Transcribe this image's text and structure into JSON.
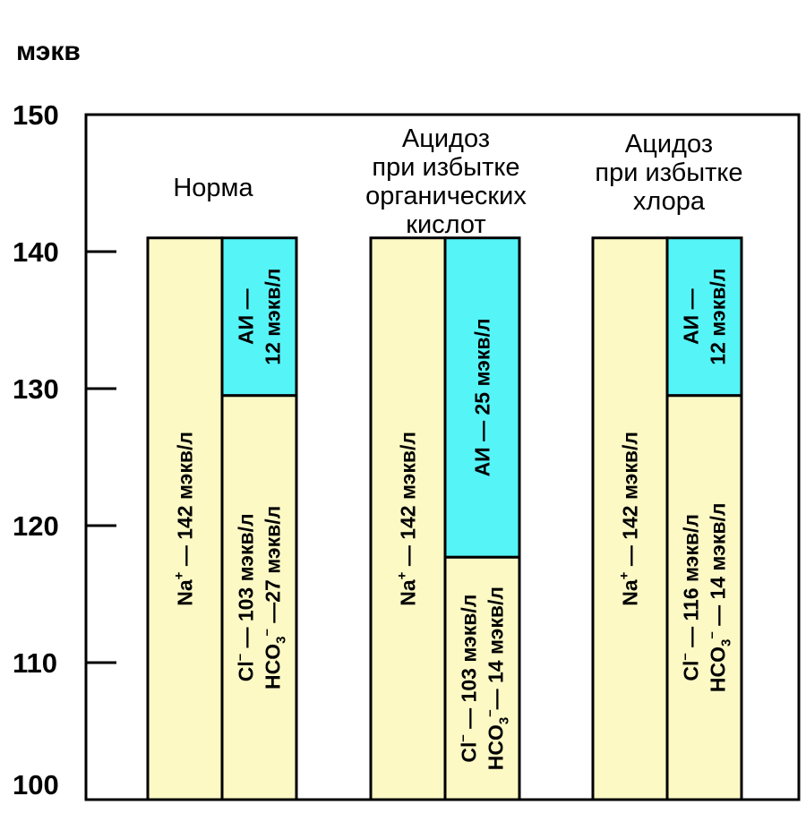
{
  "chart_data": {
    "type": "bar",
    "ylabel": "мэкв",
    "ylim": [
      100,
      150
    ],
    "yticks": [
      100,
      110,
      120,
      130,
      140,
      150
    ],
    "colors": {
      "sodium": "#FCF9C5",
      "anion_gap": "#55F4F7",
      "outline": "#000000"
    },
    "groups": [
      {
        "title": [
          "Норма"
        ],
        "bars": [
          {
            "segments": [
              {
                "from": 100,
                "to": 141,
                "color": "sodium",
                "label": [
                  {
                    "text": "Na",
                    "sup": "+",
                    "rest": " — 142 мэкв/л"
                  }
                ]
              }
            ]
          },
          {
            "segments": [
              {
                "from": 100,
                "to": 129.5,
                "color": "sodium",
                "label": [
                  {
                    "text": "Cl",
                    "sup": "–",
                    "rest": " — 103 мэкв/л"
                  },
                  {
                    "text": "HCO",
                    "sub": "3",
                    "sup": "–",
                    "rest": " —27 мэкв/л"
                  }
                ]
              },
              {
                "from": 129.5,
                "to": 141,
                "color": "anion_gap",
                "label": [
                  {
                    "text": "АИ —"
                  },
                  {
                    "text": "12 мэкв/л"
                  }
                ]
              }
            ]
          }
        ]
      },
      {
        "title": [
          "Ацидоз",
          "при избытке",
          "органических",
          "кислот"
        ],
        "bars": [
          {
            "segments": [
              {
                "from": 100,
                "to": 141,
                "color": "sodium",
                "label": [
                  {
                    "text": "Na",
                    "sup": "+",
                    "rest": " — 142 мэкв/л"
                  }
                ]
              }
            ]
          },
          {
            "segments": [
              {
                "from": 100,
                "to": 117.7,
                "color": "sodium",
                "label": [
                  {
                    "text": "Cl",
                    "sup": "–",
                    "rest": " — 103 мэкв/л"
                  },
                  {
                    "text": "HCO",
                    "sub": "3",
                    "sup": "–",
                    "rest": "— 14 мэкв/л"
                  }
                ]
              },
              {
                "from": 117.7,
                "to": 141,
                "color": "anion_gap",
                "label": [
                  {
                    "text": "АИ — 25 мэкв/л"
                  }
                ]
              }
            ]
          }
        ]
      },
      {
        "title": [
          "Ацидоз",
          "при избытке",
          "хлора"
        ],
        "bars": [
          {
            "segments": [
              {
                "from": 100,
                "to": 141,
                "color": "sodium",
                "label": [
                  {
                    "text": "Na",
                    "sup": "+",
                    "rest": " — 142 мэкв/л"
                  }
                ]
              }
            ]
          },
          {
            "segments": [
              {
                "from": 100,
                "to": 129.5,
                "color": "sodium",
                "label": [
                  {
                    "text": "Cl",
                    "sup": "–",
                    "rest": " — 116 мэкв/л"
                  },
                  {
                    "text": "HCO",
                    "sub": "3",
                    "sup": "–",
                    "rest": " — 14 мэкв/л"
                  }
                ]
              },
              {
                "from": 129.5,
                "to": 141,
                "color": "anion_gap",
                "label": [
                  {
                    "text": "АИ —"
                  },
                  {
                    "text": "12 мэкв/л"
                  }
                ]
              }
            ]
          }
        ]
      }
    ]
  }
}
